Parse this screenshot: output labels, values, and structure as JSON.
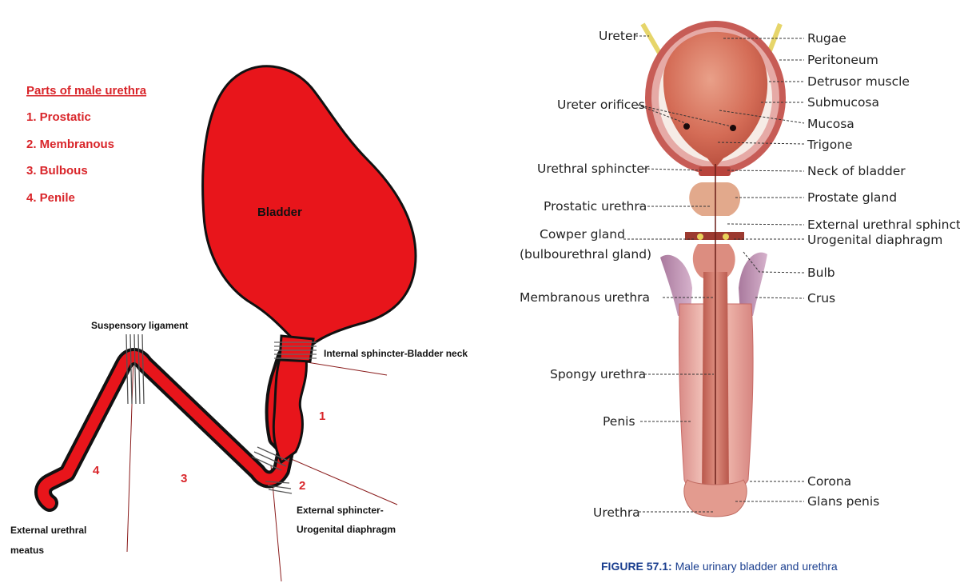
{
  "left_diagram": {
    "heading": "Parts of male urethra",
    "parts": [
      "1. Prostatic",
      "2. Membranous",
      "3. Bulbous",
      "4. Penile"
    ],
    "bladder_label": "Bladder",
    "suspensory_ligament": "Suspensory ligament",
    "internal_sphincter": "Internal sphincter-Bladder neck",
    "external_sphincter": [
      "External sphincter-",
      "Urogenital diaphragm"
    ],
    "external_meatus": [
      "External urethral",
      "meatus"
    ],
    "segment_numbers": [
      "1",
      "2",
      "3",
      "4"
    ],
    "colors": {
      "fill": "#e8151b",
      "outline": "#111111",
      "label_red": "#d9252a"
    }
  },
  "right_diagram": {
    "left_labels": {
      "ureter": "Ureter",
      "ureter_orifices": "Ureter orifices",
      "urethral_sphincter": "Urethral sphincter",
      "prostatic_urethra": "Prostatic urethra",
      "cowper_gland": [
        "Cowper gland",
        "(bulbourethral gland)"
      ],
      "membranous_urethra": "Membranous urethra",
      "spongy_urethra": "Spongy urethra",
      "penis": "Penis",
      "urethra": "Urethra"
    },
    "right_labels": {
      "rugae": "Rugae",
      "peritoneum": "Peritoneum",
      "detrusor": "Detrusor muscle",
      "submucosa": "Submucosa",
      "mucosa": "Mucosa",
      "trigone": "Trigone",
      "neck_of_bladder": "Neck of bladder",
      "prostate_gland": "Prostate gland",
      "external_urethral_sphincter": "External urethral sphincter",
      "urogenital_diaphragm": "Urogenital diaphragm",
      "bulb": "Bulb",
      "crus": "Crus",
      "corona": "Corona",
      "glans_penis": "Glans penis"
    },
    "caption_bold": "FIGURE 57.1:",
    "caption_text": " Male urinary bladder and urethra",
    "colors": {
      "tissue": "#d7847a",
      "muscle": "#c65a4f",
      "caption": "#1b3f8f"
    }
  }
}
